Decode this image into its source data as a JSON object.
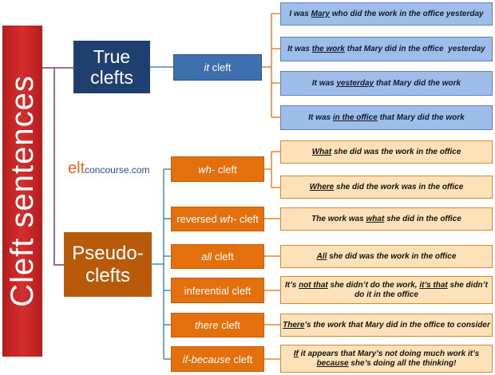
{
  "title": "Cleft sentences",
  "brand": {
    "prefix": "elt",
    "suffix": "concourse.com"
  },
  "true_clefts": {
    "label_line1": "True",
    "label_line2": "clefts",
    "sub": {
      "em": "it",
      "rest": " cleft"
    },
    "leaves": [
      {
        "pre": "I was ",
        "u": "Mary",
        "post": " who did the work in the office yesterday"
      },
      {
        "pre": "It was ",
        "u": "the work",
        "post": " that Mary did in the office  yesterday"
      },
      {
        "pre": "It was ",
        "u": "yesterday",
        "post": " that Mary did the work"
      },
      {
        "pre": "It was ",
        "u": "in the office",
        "post": " that Mary did the work"
      }
    ]
  },
  "pseudo_clefts": {
    "label_line1": "Pseudo-",
    "label_line2": "clefts",
    "subs": [
      {
        "pre": "",
        "em": "wh-",
        "post": " cleft"
      },
      {
        "pre": "reversed ",
        "em": "wh-",
        "post": " cleft"
      },
      {
        "pre": "",
        "em": "all",
        "post": " cleft"
      },
      {
        "pre": "inferential cleft",
        "em": "",
        "post": ""
      },
      {
        "pre": "",
        "em": "there",
        "post": " cleft"
      },
      {
        "pre": "",
        "em": "if-because",
        "post": " cleft"
      }
    ],
    "leaves": [
      {
        "pre": "",
        "u": "What",
        "post": " she did was the work in the office"
      },
      {
        "pre": "",
        "u": "Where",
        "post": " she did the work was in the office"
      },
      {
        "pre": "The work was ",
        "u": "what",
        "post": " she did in the office"
      },
      {
        "pre": "",
        "u": "All",
        "post": " she did was the work in the office"
      },
      {
        "pre": "It’s ",
        "u": "not that",
        "mid": " she didn’t do the work, ",
        "u2": "it’s that",
        "post": " she didn’t do it in the office"
      },
      {
        "pre": "",
        "u": "There",
        "post": "’s the work that Mary did in the office to consider"
      },
      {
        "pre": "",
        "u": "If",
        "mid": " it appears that Mary’s not doing much work it’s ",
        "u2": "because",
        "post": " she’s doing all the thinking!"
      }
    ]
  },
  "colors": {
    "title_red": "#c62828",
    "navy": "#1f3f6e",
    "blue": "#3f6fad",
    "light_blue": "#9fbde9",
    "brown": "#b85a0a",
    "orange": "#e36f0d",
    "peach": "#fde2b9"
  }
}
